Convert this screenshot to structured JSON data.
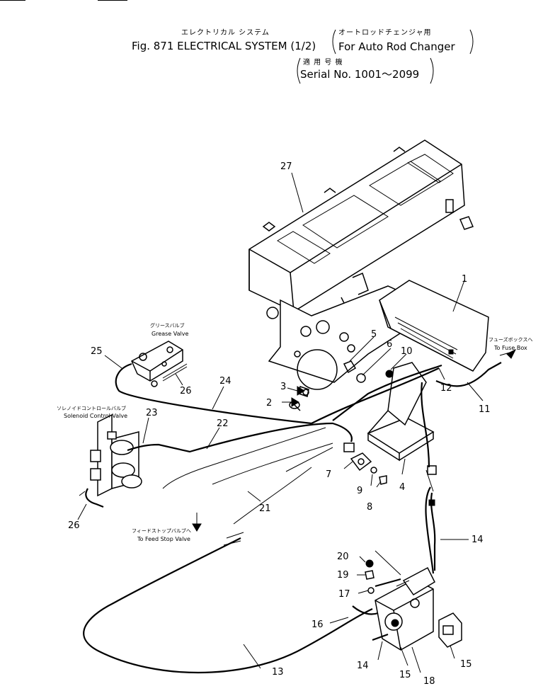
{
  "header": {
    "jp_title": "エレクトリカル システム",
    "en_title": "Fig. 871 ELECTRICAL SYSTEM (1/2)",
    "jp_application": "オートロッドチェンジャ用",
    "en_application": "For Auto Rod Changer",
    "jp_serial_label": "適 用 号 機",
    "en_serial": "Serial No. 1001～2099"
  },
  "notes": {
    "grease_valve_jp": "グリースバルブ",
    "grease_valve_en": "Grease Valve",
    "solenoid_jp": "ソレノイドコントロールバルブ",
    "solenoid_en": "Solenoid Control Valve",
    "fuse_box_jp": "フューズボックスへ",
    "fuse_box_en": "To Fuse Box",
    "feed_stop_jp": "フィードストップバルブへ",
    "feed_stop_en": "To Feed Stop Valve"
  },
  "callouts": {
    "c1": "1",
    "c2": "2",
    "c3": "3",
    "c4": "4",
    "c5": "5",
    "c6": "6",
    "c7": "7",
    "c8": "8",
    "c9": "9",
    "c10": "10",
    "c11": "11",
    "c12": "12",
    "c13": "13",
    "c14a": "14",
    "c14b": "14",
    "c15a": "15",
    "c15b": "15",
    "c16": "16",
    "c17": "17",
    "c18": "18",
    "c19": "19",
    "c20": "20",
    "c21": "21",
    "c22": "22",
    "c23": "23",
    "c24": "24",
    "c25": "25",
    "c26a": "26",
    "c26b": "26",
    "c27": "27"
  }
}
